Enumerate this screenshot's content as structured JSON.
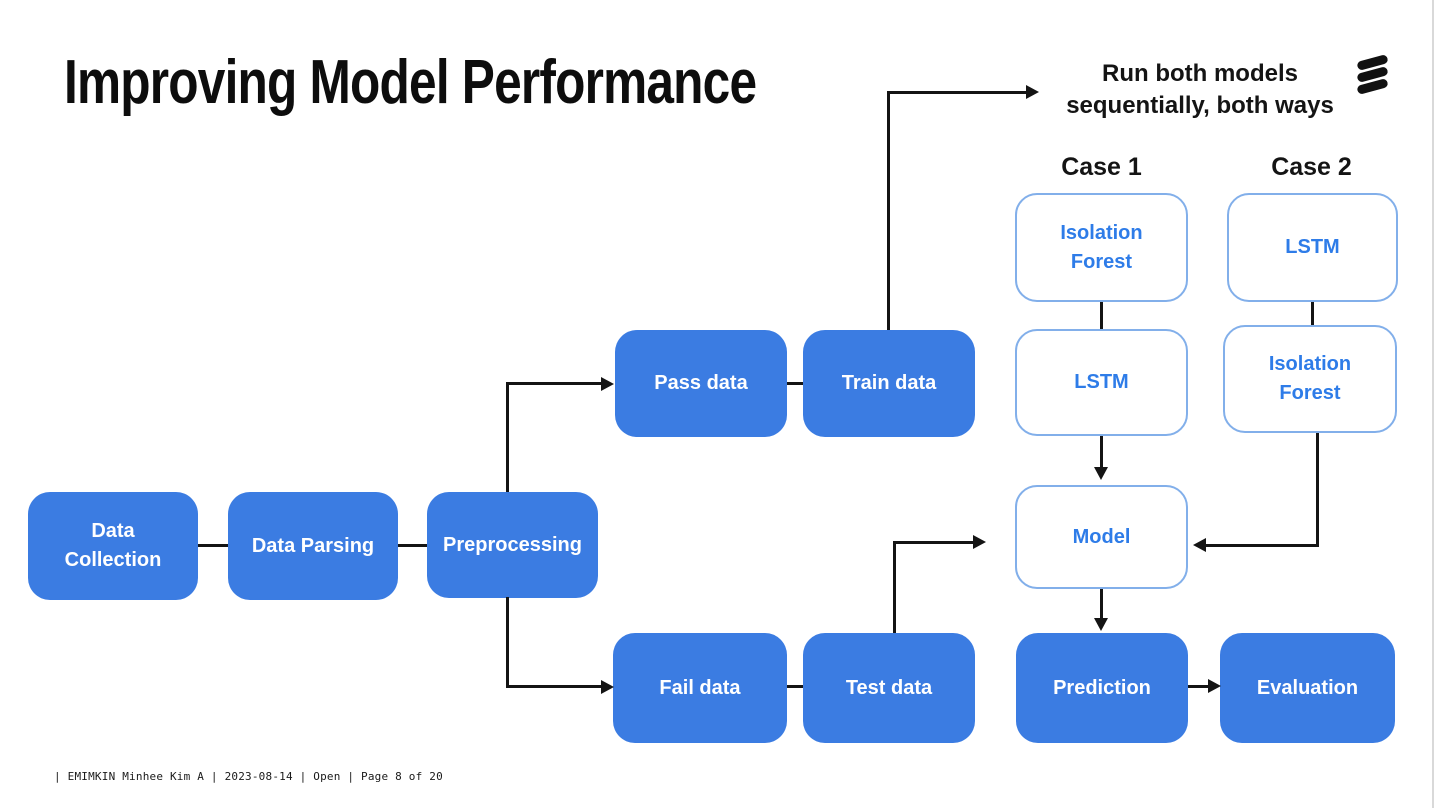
{
  "slide": {
    "title": "Improving Model Performance",
    "annotation": {
      "line1": "Run both models",
      "line2": "sequentially, both ways"
    },
    "case1_label": "Case 1",
    "case2_label": "Case 2"
  },
  "diagram": {
    "nodes": {
      "data_collection": "Data\nCollection",
      "data_parsing": "Data Parsing",
      "preprocessing": "Preprocessing",
      "pass_data": "Pass data",
      "train_data": "Train data",
      "fail_data": "Fail data",
      "test_data": "Test data",
      "case1_step1": "Isolation\nForest",
      "case1_step2": "LSTM",
      "case2_step1": "LSTM",
      "case2_step2": "Isolation\nForest",
      "model": "Model",
      "prediction": "Prediction",
      "evaluation": "Evaluation"
    },
    "colors": {
      "node_fill": "#3B7CE2",
      "node_text": "#FFFFFF",
      "outline_border": "#82AFEA",
      "outline_text": "#2E7CE8",
      "connector": "#141414"
    }
  },
  "branding": {
    "logo_icon": "ericsson-logo"
  },
  "footer": {
    "text": "| EMIMKIN Minhee Kim A | 2023-08-14 | Open | Page 8 of 20"
  }
}
